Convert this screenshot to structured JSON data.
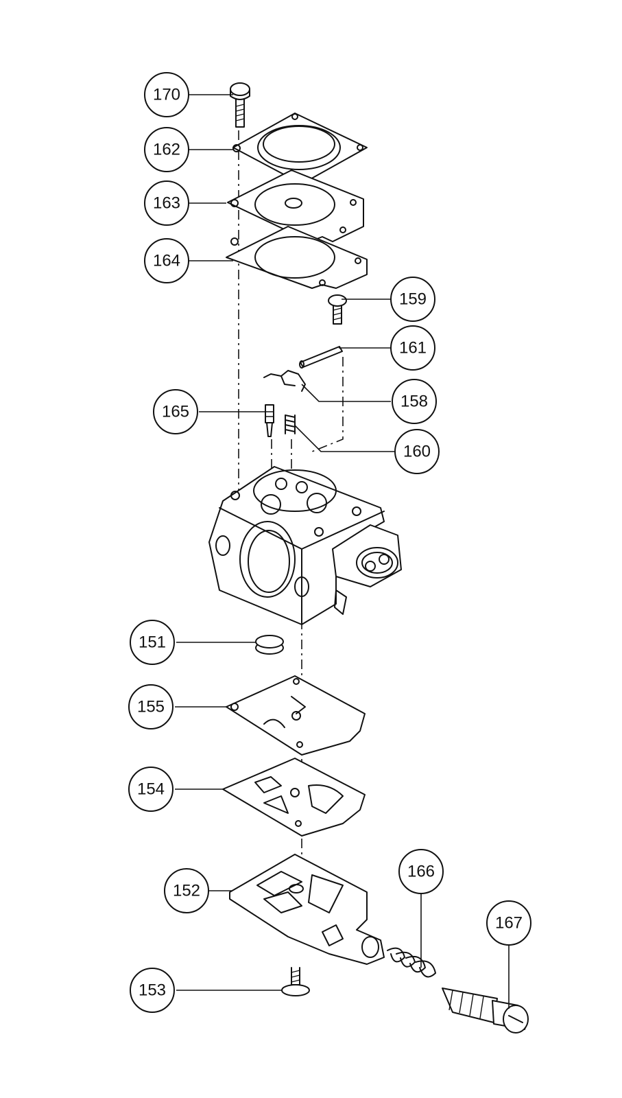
{
  "callouts": [
    {
      "id": "170",
      "label": "170"
    },
    {
      "id": "162",
      "label": "162"
    },
    {
      "id": "163",
      "label": "163"
    },
    {
      "id": "164",
      "label": "164"
    },
    {
      "id": "159",
      "label": "159"
    },
    {
      "id": "161",
      "label": "161"
    },
    {
      "id": "158",
      "label": "158"
    },
    {
      "id": "165",
      "label": "165"
    },
    {
      "id": "160",
      "label": "160"
    },
    {
      "id": "151",
      "label": "151"
    },
    {
      "id": "155",
      "label": "155"
    },
    {
      "id": "154",
      "label": "154"
    },
    {
      "id": "152",
      "label": "152"
    },
    {
      "id": "166",
      "label": "166"
    },
    {
      "id": "167",
      "label": "167"
    },
    {
      "id": "153",
      "label": "153"
    }
  ]
}
